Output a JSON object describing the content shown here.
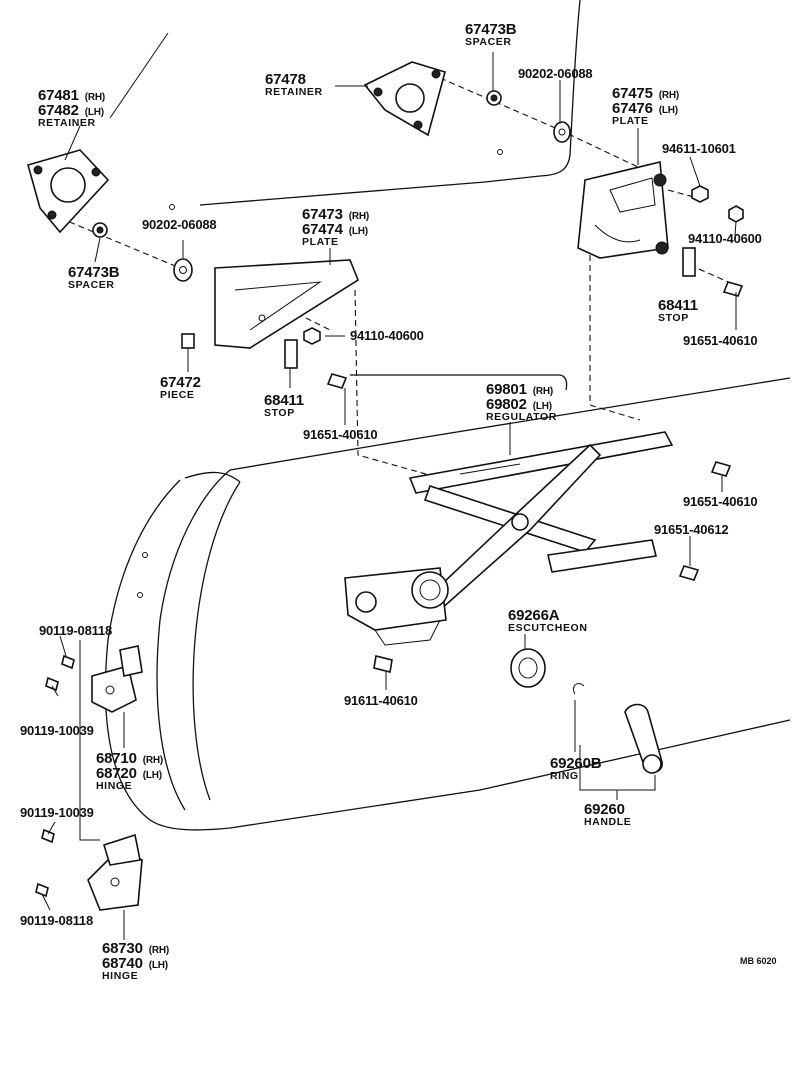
{
  "parts": {
    "retainer_rh_lh": {
      "num_rh": "67481",
      "num_lh": "67482",
      "side_rh": "(RH)",
      "side_lh": "(LH)",
      "name": "RETAINER"
    },
    "retainer": {
      "num": "67478",
      "name": "RETAINER"
    },
    "spacer_top": {
      "num": "67473B",
      "name": "SPACER"
    },
    "spacer_left": {
      "num": "67473B",
      "name": "SPACER"
    },
    "washer_top": {
      "num": "90202-06088"
    },
    "washer_left": {
      "num": "90202-06088"
    },
    "plate_right": {
      "num_rh": "67475",
      "num_lh": "67476",
      "side_rh": "(RH)",
      "side_lh": "(LH)",
      "name": "PLATE"
    },
    "plate_center": {
      "num_rh": "67473",
      "num_lh": "67474",
      "side_rh": "(RH)",
      "side_lh": "(LH)",
      "name": "PLATE"
    },
    "nut_right_a": {
      "num": "94611-10601"
    },
    "nut_right_b": {
      "num": "94110-40600"
    },
    "nut_center": {
      "num": "94110-40600"
    },
    "stop_right": {
      "num": "68411",
      "name": "STOP"
    },
    "stop_center": {
      "num": "68411",
      "name": "STOP"
    },
    "bolt_right_upper": {
      "num": "91651-40610"
    },
    "bolt_center": {
      "num": "91651-40610"
    },
    "piece": {
      "num": "67472",
      "name": "PIECE"
    },
    "regulator": {
      "num_rh": "69801",
      "num_lh": "69802",
      "side_rh": "(RH)",
      "side_lh": "(LH)",
      "name": "REGULATOR"
    },
    "bolt_right_mid": {
      "num": "91651-40610"
    },
    "bolt_right_low": {
      "num": "91651-40612"
    },
    "escutcheon": {
      "num": "69266A",
      "name": "ESCUTCHEON"
    },
    "bolt_regulator": {
      "num": "91611-40610"
    },
    "ring": {
      "num": "69260B",
      "name": "RING"
    },
    "handle": {
      "num": "69260",
      "name": "HANDLE"
    },
    "hinge_upper": {
      "num_rh": "68710",
      "num_lh": "68720",
      "side_rh": "(RH)",
      "side_lh": "(LH)",
      "name": "HINGE"
    },
    "hinge_lower": {
      "num_rh": "68730",
      "num_lh": "68740",
      "side_rh": "(RH)",
      "side_lh": "(LH)",
      "name": "HINGE"
    },
    "bolt_hinge_1": {
      "num": "90119-08118"
    },
    "bolt_hinge_2": {
      "num": "90119-10039"
    },
    "bolt_hinge_3": {
      "num": "90119-10039"
    },
    "bolt_hinge_4": {
      "num": "90119-08118"
    }
  },
  "diagram_code": "MB 6020"
}
